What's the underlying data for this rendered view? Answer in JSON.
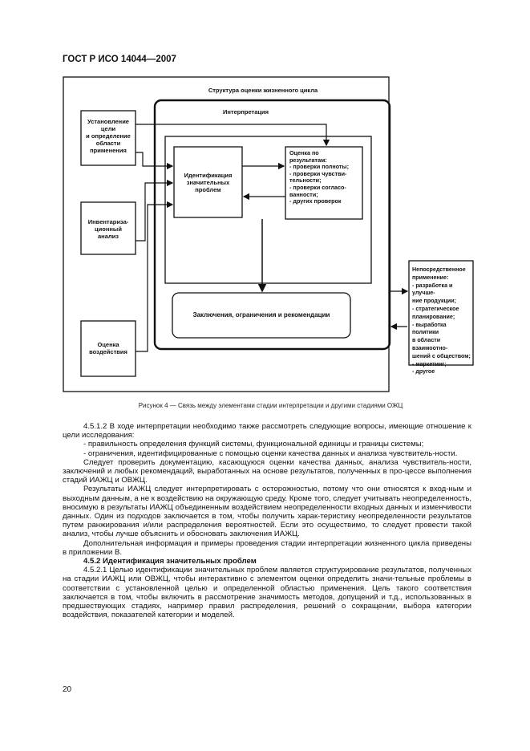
{
  "header": {
    "title": "ГОСТ Р ИСО 14044—2007"
  },
  "figure": {
    "outer_title": "Структура оценки жизненного цикла",
    "interpretation_title": "Интерпретация",
    "goal_box": [
      "Установление",
      "цели",
      "и определение",
      "области",
      "применения"
    ],
    "inventory_box": [
      "Инвентариза-",
      "ционный",
      "анализ"
    ],
    "impact_box": [
      "Оценка",
      "воздействия"
    ],
    "identification_box": [
      "Идентификация",
      "значительных",
      "проблем"
    ],
    "evaluation_box": [
      "Оценка по",
      "результатам:",
      "- проверки полноты;",
      "- проверки чувстви-",
      "тельности;",
      "- проверки согласо-",
      "ванности;",
      "- других проверок"
    ],
    "conclusions_box": "Заключения, ограничения и рекомендации",
    "applications_box": [
      "Непосредственное",
      "применение:",
      "- разработка и улучше-",
      "ние продукции;",
      "- стратегическое",
      "планирование;",
      "- выработка политики",
      "в области взаимоотно-",
      "шений с обществом;",
      "- маркетинг;",
      "- другое"
    ],
    "caption": "Рисунок 4 — Связь между элементами стадии интерпретации и другими стадиями ОЖЦ"
  },
  "body": {
    "p1": "4.5.1.2 В ходе интерпретации необходимо также рассмотреть следующие вопросы, имеющие отношение к цели исследования:",
    "li1": "- правильность определения функций системы, функциональной единицы и границы системы;",
    "li2": "- ограничения, идентифицированные с помощью оценки качества данных и анализа чувствитель-ности.",
    "p2": "Следует проверить документацию, касающуюся оценки качества данных, анализа чувствитель-ности, заключений и любых рекомендаций, выработанных на основе результатов, полученных в про-цессе выполнения стадий ИАЖЦ и ОВЖЦ.",
    "p3": "Результаты ИАЖЦ следует интерпретировать с осторожностью, потому что они относятся к вход-ным и выходным данным, а не к воздействию на окружающую среду. Кроме того, следует учитывать неопределенность, вносимую в результаты ИАЖЦ объединенным воздействием неопределенности входных данных и изменчивости данных. Один из подходов заключается в том, чтобы получить харак-теристику неопределенности результатов путем ранжирования и/или распределения вероятностей. Если это осуществимо, то следует провести такой анализ, чтобы лучше объяснить и обосновать заключения ИАЖЦ.",
    "p4": "Дополнительная информация и примеры проведения стадии интерпретации жизненного цикла приведены в приложении В.",
    "heading": "4.5.2 Идентификация значительных проблем",
    "p5": "4.5.2.1 Целью идентификации значительных проблем является структурирование результатов, полученных на стадии ИАЖЦ или ОВЖЦ, чтобы интерактивно с элементом оценки определить значи-тельные проблемы в соответствии с установленной целью и определенной областью применения. Цель такого соответствия заключается в том, чтобы включить в рассмотрение значимость методов, допущений и т.д., использованных в предшествующих стадиях, например правил распределения, решений о сокращении, выбора категории воздействия, показателей категории и моделей."
  },
  "footer": {
    "page_number": "20"
  }
}
